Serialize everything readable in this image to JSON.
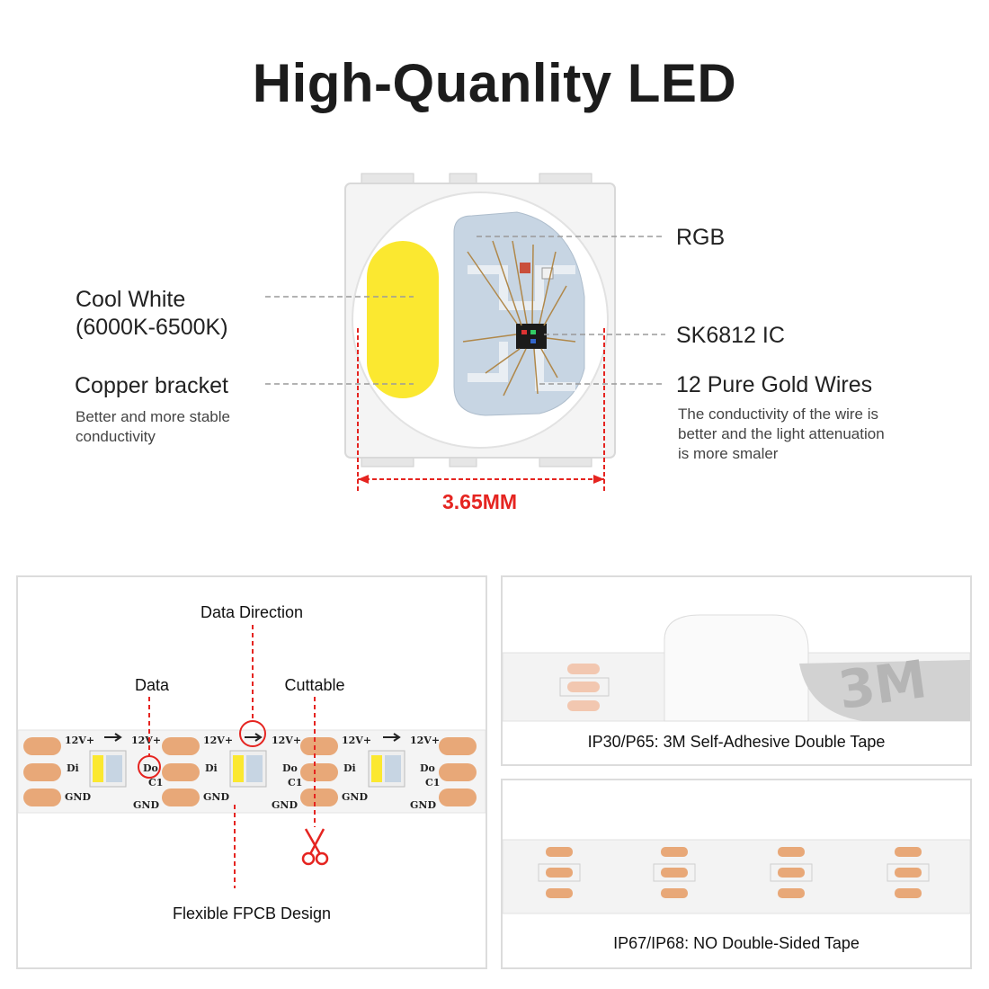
{
  "title": "High-Quanlity LED",
  "led": {
    "rgb_label": "RGB",
    "ic_label": "SK6812 IC",
    "gold_wires_label": "12 Pure Gold Wires",
    "gold_wires_desc": [
      "The conductivity of the wire is",
      "better and the light attenuation",
      "is more smaler"
    ],
    "cool_white_label": [
      "Cool White",
      "(6000K-6500K)"
    ],
    "copper_label": "Copper bracket",
    "copper_desc": [
      "Better and more stable",
      "conductivity"
    ],
    "dimension": "3.65MM"
  },
  "strip_panel": {
    "data_direction": "Data Direction",
    "data": "Data",
    "cuttable": "Cuttable",
    "fpcb": "Flexible FPCB Design",
    "pad_labels": {
      "v12": "12V+",
      "di": "Di",
      "do": "Do",
      "gnd": "GND",
      "c1": "C1"
    }
  },
  "tape_panel": {
    "caption": "IP30/P65: 3M Self-Adhesive Double Tape"
  },
  "no_tape_panel": {
    "caption": "IP67/IP68: NO Double-Sided Tape"
  },
  "colors": {
    "accent_red": "#e52420",
    "pad_copper": "#e8a878",
    "cool_white": "#fbe830"
  }
}
